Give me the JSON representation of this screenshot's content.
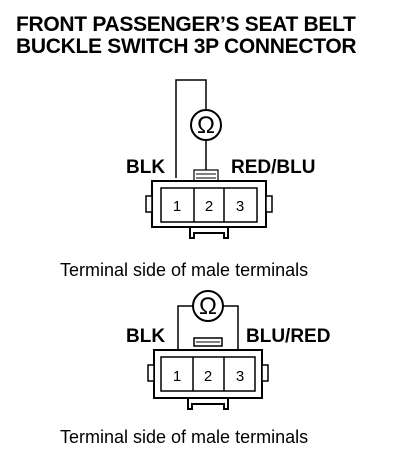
{
  "title": {
    "line1": "FRONT PASSENGER’S SEAT BELT",
    "line2": "BUCKLE SWITCH 3P CONNECTOR"
  },
  "ohm_symbol": "Ω",
  "views": [
    {
      "left_wire": "BLK",
      "right_wire": "RED/BLU",
      "pins": [
        "1",
        "2",
        "3"
      ],
      "caption": "Terminal side of male terminals"
    },
    {
      "left_wire": "BLK",
      "right_wire": "BLU/RED",
      "pins": [
        "1",
        "2",
        "3"
      ],
      "caption": "Terminal side of male terminals"
    }
  ],
  "icons": [
    "ohmmeter-icon",
    "connector-icon"
  ]
}
